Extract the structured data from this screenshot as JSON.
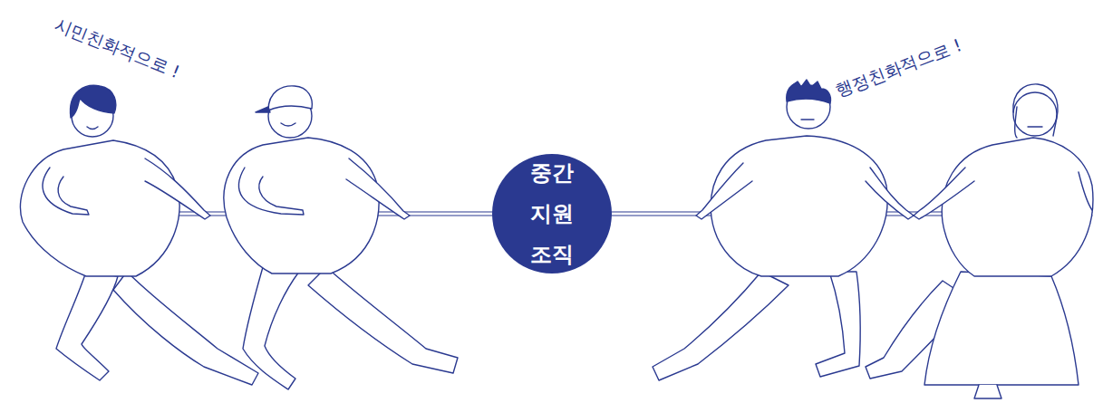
{
  "diagram": {
    "nodes": [
      {
        "text": [
          "중간 지원 조직"
        ]
      }
    ],
    "labels": [
      "시민친화적으로 !",
      "행정친화적으로 !"
    ]
  }
}
